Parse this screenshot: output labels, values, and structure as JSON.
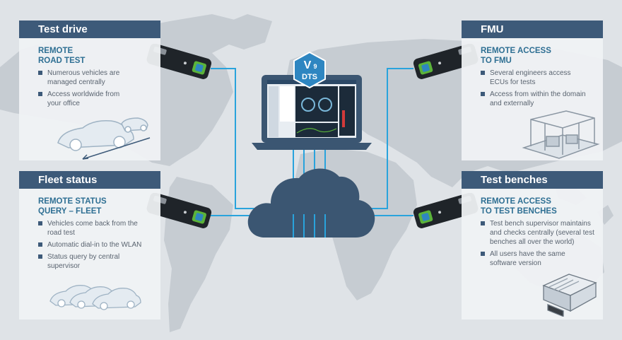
{
  "panels": [
    {
      "id": "test-drive",
      "title": "Test drive",
      "subtitle": "REMOTE\nROAD TEST",
      "bullets": [
        "Numerous vehicles are\nmanaged centrally",
        "Access worldwide from\nyour office"
      ]
    },
    {
      "id": "fleet-status",
      "title": "Fleet status",
      "subtitle": "REMOTE STATUS\nQUERY – FLEET",
      "bullets": [
        "Vehicles come back from the\nroad test",
        "Automatic dial-in to the WLAN",
        "Status query by central\nsupervisor"
      ]
    },
    {
      "id": "fmu",
      "title": "FMU",
      "subtitle": "REMOTE ACCESS\nTO FMU",
      "bullets": [
        "Several engineers access\nECUs for tests",
        "Access from within the domain\nand externally"
      ]
    },
    {
      "id": "test-benches",
      "title": "Test benches",
      "subtitle": "REMOTE ACCESS\nTO TEST BENCHES",
      "bullets": [
        "Test bench supervisor maintains\nand checks centrally (several test\nbenches all over the world)",
        "All users have the same\nsoftware version"
      ]
    }
  ],
  "badge": {
    "top": "V",
    "sub": "9",
    "label": "DTS"
  },
  "colors": {
    "header": "#3d5a79",
    "accent_text": "#2e6f93",
    "wire": "#29a3dc",
    "cloud": "#3b5672",
    "laptop": "#3b5672",
    "device_green": "#5bb33a",
    "map_land": "#c6ccd2",
    "map_sea": "#dfe3e7"
  }
}
